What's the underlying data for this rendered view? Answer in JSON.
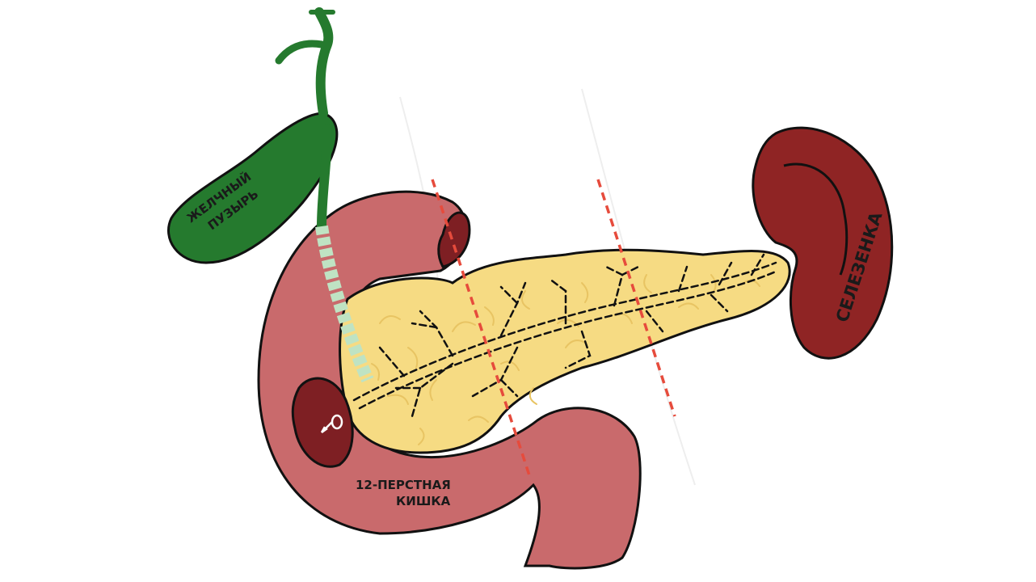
{
  "labels": {
    "gallbladder_line1": "ЖЕЛЧНЫЙ",
    "gallbladder_line2": "ПУЗЫРЬ",
    "spleen": "СЕЛЕЗЕНКА",
    "duodenum_line1": "12-ПЕРСТНАЯ",
    "duodenum_line2": "КИШКА"
  },
  "colors": {
    "outline": "#111111",
    "duodenum": "#c96a6c",
    "duodenum_dark": "#7e1f23",
    "pancreas": "#f6db83",
    "pancreas_texture": "#e8c463",
    "spleen": "#8f2424",
    "gallbladder": "#257a2e",
    "bile_duct_inner": "#bfe3c3",
    "cut_lines": "#e64b3c"
  },
  "icons": {
    "papilla": "papilla-opening-icon"
  }
}
